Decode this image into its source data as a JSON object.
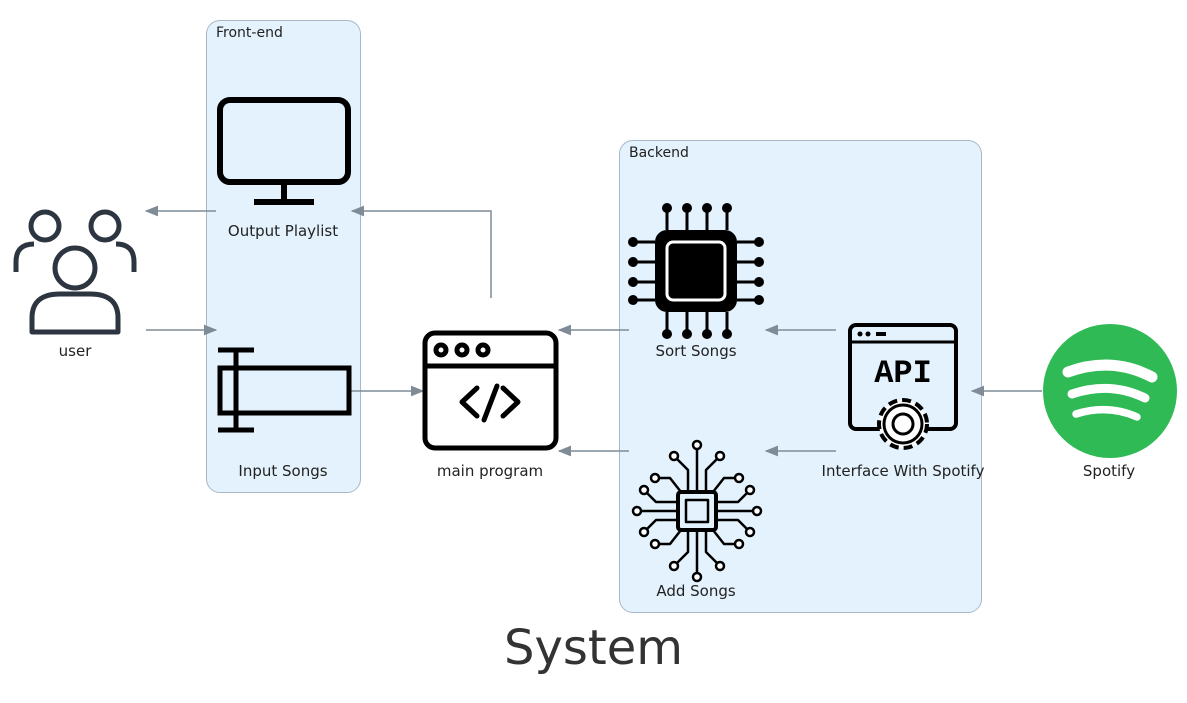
{
  "title": "System",
  "clusters": {
    "frontend": "Front-end",
    "backend": "Backend"
  },
  "nodes": {
    "user": {
      "label": "user",
      "icon": "users-icon"
    },
    "output_playlist": {
      "label": "Output Playlist",
      "icon": "monitor-icon"
    },
    "input_songs": {
      "label": "Input Songs",
      "icon": "input-field-icon"
    },
    "main_program": {
      "label": "main program",
      "icon": "code-window-icon"
    },
    "sort_songs": {
      "label": "Sort Songs",
      "icon": "cpu-chip-icon"
    },
    "add_songs": {
      "label": "Add Songs",
      "icon": "circuit-chip-icon"
    },
    "interface_spotify": {
      "label": "Interface With Spotify",
      "icon": "api-gear-icon",
      "icon_text": "API"
    },
    "spotify": {
      "label": "Spotify",
      "icon": "spotify-logo-icon"
    }
  },
  "colors": {
    "cluster_fill": "#e3f2fc",
    "cluster_border": "#a9b8c6",
    "edge": "#7f8c97",
    "icon_dark": "#000000",
    "user_icon": "#2d3540",
    "spotify_green": "#2fba55"
  }
}
